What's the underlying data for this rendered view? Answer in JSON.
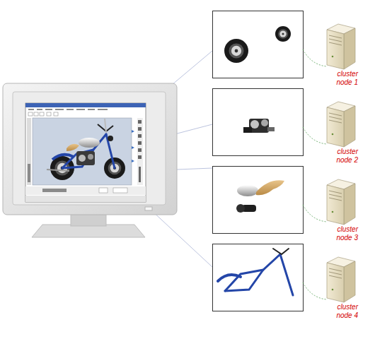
{
  "diagram": {
    "labels": [
      "cluster node 1",
      "cluster node 2",
      "cluster node 3",
      "cluster node 4"
    ]
  }
}
